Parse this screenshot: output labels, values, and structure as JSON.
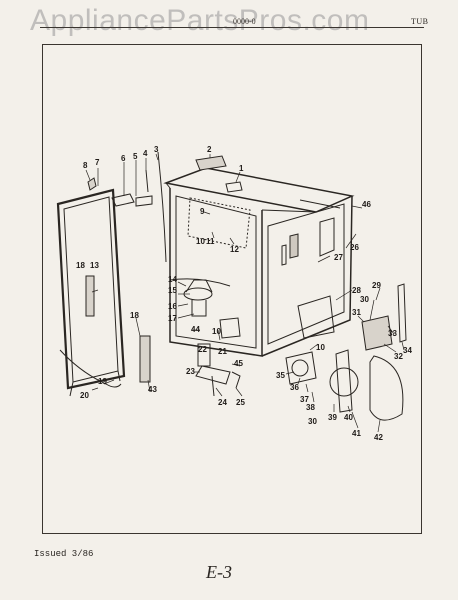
{
  "watermark": "AppliancePartsPros.com",
  "header": {
    "code": "0000-0",
    "section": "TUB"
  },
  "footer": {
    "issued": "Issued 3/86",
    "page": "E-3"
  },
  "callouts": [
    {
      "id": "c1",
      "label": "1"
    },
    {
      "id": "c2",
      "label": "2"
    },
    {
      "id": "c3",
      "label": "3"
    },
    {
      "id": "c4",
      "label": "4"
    },
    {
      "id": "c5",
      "label": "5"
    },
    {
      "id": "c6",
      "label": "6"
    },
    {
      "id": "c7",
      "label": "7"
    },
    {
      "id": "c8",
      "label": "8"
    },
    {
      "id": "c9",
      "label": "9"
    },
    {
      "id": "c10a",
      "label": "10"
    },
    {
      "id": "c10b",
      "label": "10"
    },
    {
      "id": "c10c",
      "label": "10"
    },
    {
      "id": "c11",
      "label": "11"
    },
    {
      "id": "c12",
      "label": "12"
    },
    {
      "id": "c13",
      "label": "13"
    },
    {
      "id": "c14",
      "label": "14"
    },
    {
      "id": "c15",
      "label": "15"
    },
    {
      "id": "c16",
      "label": "16"
    },
    {
      "id": "c17",
      "label": "17"
    },
    {
      "id": "c18a",
      "label": "18"
    },
    {
      "id": "c18b",
      "label": "18"
    },
    {
      "id": "c19",
      "label": "19"
    },
    {
      "id": "c20",
      "label": "20"
    },
    {
      "id": "c21",
      "label": "21"
    },
    {
      "id": "c22",
      "label": "22"
    },
    {
      "id": "c23",
      "label": "23"
    },
    {
      "id": "c24",
      "label": "24"
    },
    {
      "id": "c25",
      "label": "25"
    },
    {
      "id": "c26",
      "label": "26"
    },
    {
      "id": "c27",
      "label": "27"
    },
    {
      "id": "c28",
      "label": "28"
    },
    {
      "id": "c29",
      "label": "29"
    },
    {
      "id": "c30a",
      "label": "30"
    },
    {
      "id": "c30b",
      "label": "30"
    },
    {
      "id": "c31",
      "label": "31"
    },
    {
      "id": "c32",
      "label": "32"
    },
    {
      "id": "c33",
      "label": "33"
    },
    {
      "id": "c34",
      "label": "34"
    },
    {
      "id": "c35",
      "label": "35"
    },
    {
      "id": "c36",
      "label": "36"
    },
    {
      "id": "c37",
      "label": "37"
    },
    {
      "id": "c38",
      "label": "38"
    },
    {
      "id": "c39",
      "label": "39"
    },
    {
      "id": "c40",
      "label": "40"
    },
    {
      "id": "c41",
      "label": "41"
    },
    {
      "id": "c42",
      "label": "42"
    },
    {
      "id": "c43",
      "label": "43"
    },
    {
      "id": "c44",
      "label": "44"
    },
    {
      "id": "c45",
      "label": "45"
    },
    {
      "id": "c46",
      "label": "46"
    }
  ]
}
